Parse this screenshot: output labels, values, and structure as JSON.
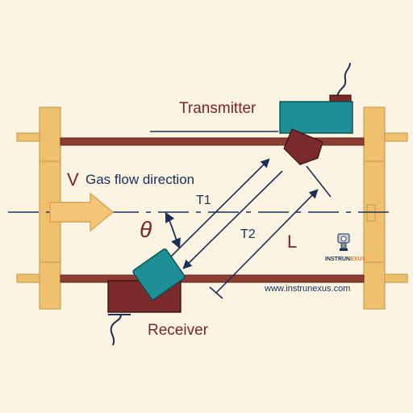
{
  "labels": {
    "transmitter": "Transmitter",
    "receiver": "Receiver",
    "velocity_symbol": "V",
    "flow_direction": "Gas flow direction",
    "t1": "T1",
    "t2": "T2",
    "angle_symbol": "θ",
    "length_symbol": "L",
    "website": "www.instrunexus.com"
  },
  "logo": {
    "text_prefix": "INSTRUN",
    "text_suffix": "EXUS",
    "icon": "pressure-transmitter-icon"
  },
  "colors": {
    "background": "#fbf4e3",
    "flange": "#eec06e",
    "flange_outline": "#caa055",
    "pipe_wall": "#8d3d32",
    "transducer": "#1f8f96",
    "transducer_housing": "#7a2a2a",
    "signal_line": "#1b2e55",
    "label_red": "#7d1f2d",
    "arrow_fill": "#f2c577"
  }
}
